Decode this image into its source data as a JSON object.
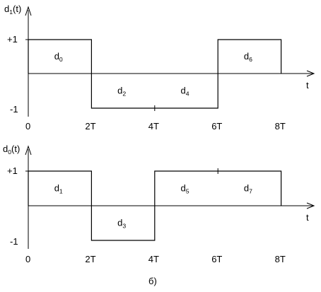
{
  "caption": "б)",
  "time_axis_label": "t",
  "tick_labels": [
    "0",
    "2T",
    "4T",
    "6T",
    "8T"
  ],
  "panels": [
    {
      "ylabel_main": "d",
      "ylabel_sub": "1",
      "ylabel_arg": "(t)",
      "y_ticks": [
        "+1",
        "-1"
      ],
      "waveform": [
        {
          "t0": 0,
          "t1": 2,
          "value": 1
        },
        {
          "t0": 2,
          "t1": 6,
          "value": -1
        },
        {
          "t0": 6,
          "t1": 8,
          "value": 1
        }
      ],
      "dividers": [
        4
      ],
      "segments": [
        {
          "main": "d",
          "sub": "0",
          "t": 1,
          "value": 1
        },
        {
          "main": "d",
          "sub": "2",
          "t": 3,
          "value": -1
        },
        {
          "main": "d",
          "sub": "4",
          "t": 5,
          "value": -1
        },
        {
          "main": "d",
          "sub": "6",
          "t": 7,
          "value": 1
        }
      ]
    },
    {
      "ylabel_main": "d",
      "ylabel_sub": "0",
      "ylabel_arg": "(t)",
      "y_ticks": [
        "+1",
        "-1"
      ],
      "waveform": [
        {
          "t0": 0,
          "t1": 2,
          "value": 1
        },
        {
          "t0": 2,
          "t1": 4,
          "value": -1
        },
        {
          "t0": 4,
          "t1": 8,
          "value": 1
        }
      ],
      "dividers": [
        6
      ],
      "segments": [
        {
          "main": "d",
          "sub": "1",
          "t": 1,
          "value": 1
        },
        {
          "main": "d",
          "sub": "3",
          "t": 3,
          "value": -1
        },
        {
          "main": "d",
          "sub": "5",
          "t": 5,
          "value": 1
        },
        {
          "main": "d",
          "sub": "7",
          "t": 7,
          "value": 1
        }
      ]
    }
  ]
}
